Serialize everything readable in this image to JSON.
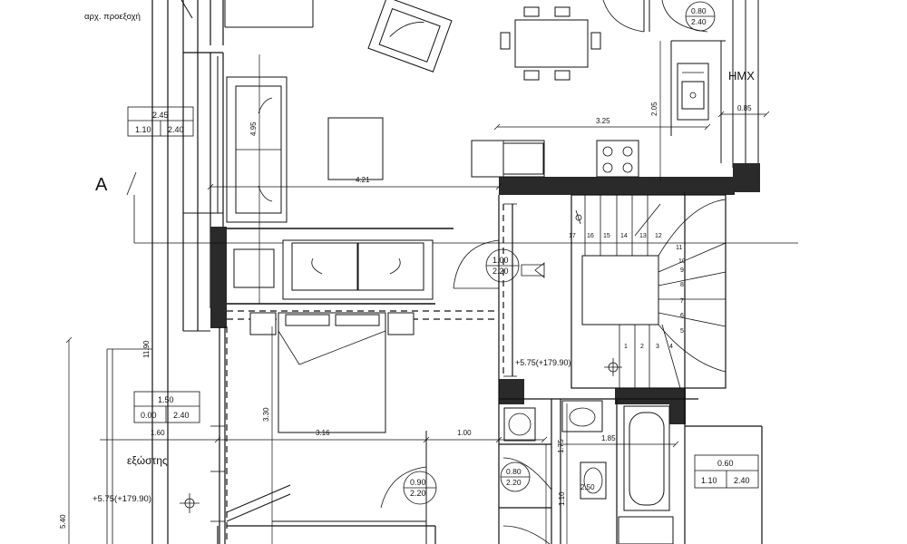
{
  "labels": {
    "projection_note": "αρχ. προεξοχή",
    "section_marker": "A",
    "room_wc": "HMX",
    "balcony": "εξώστης",
    "level_stair": "+5.75(+179.90)",
    "level_balcony": "+5.75(+179.90)"
  },
  "window_tags": [
    {
      "w": "2.45",
      "a": "1.10",
      "b": "2.40"
    },
    {
      "w": "1.50",
      "a": "0.00",
      "b": "2.40"
    },
    {
      "w": "0.60",
      "a": "1.10",
      "b": "2.40"
    }
  ],
  "door_tags": [
    {
      "w": "1.00",
      "h": "2.20"
    },
    {
      "w": "0.90",
      "h": "2.20"
    },
    {
      "w": "0.80",
      "h": "2.20"
    },
    {
      "w": "0.80",
      "h": "2.40"
    }
  ],
  "dimensions": {
    "living_width": "4.21",
    "living_depth": "4.95",
    "kitchen_width": "3.25",
    "kitchen_depth": "2.05",
    "wc_width": "0.85",
    "bed_width": "3.16",
    "bed_depth": "3.30",
    "balcony_width": "1.60",
    "corridor": "1.00",
    "bath_width": "1.85",
    "bath_depth": "1.75",
    "total_depth": "11.90",
    "balcony_depth": "5.40",
    "wc2_depth": "2.50",
    "small_dim": "1.10"
  },
  "stair_steps": [
    "17",
    "16",
    "15",
    "14",
    "13",
    "12",
    "11",
    "10",
    "9",
    "8",
    "7",
    "6",
    "5",
    "4",
    "3",
    "2",
    "1"
  ]
}
